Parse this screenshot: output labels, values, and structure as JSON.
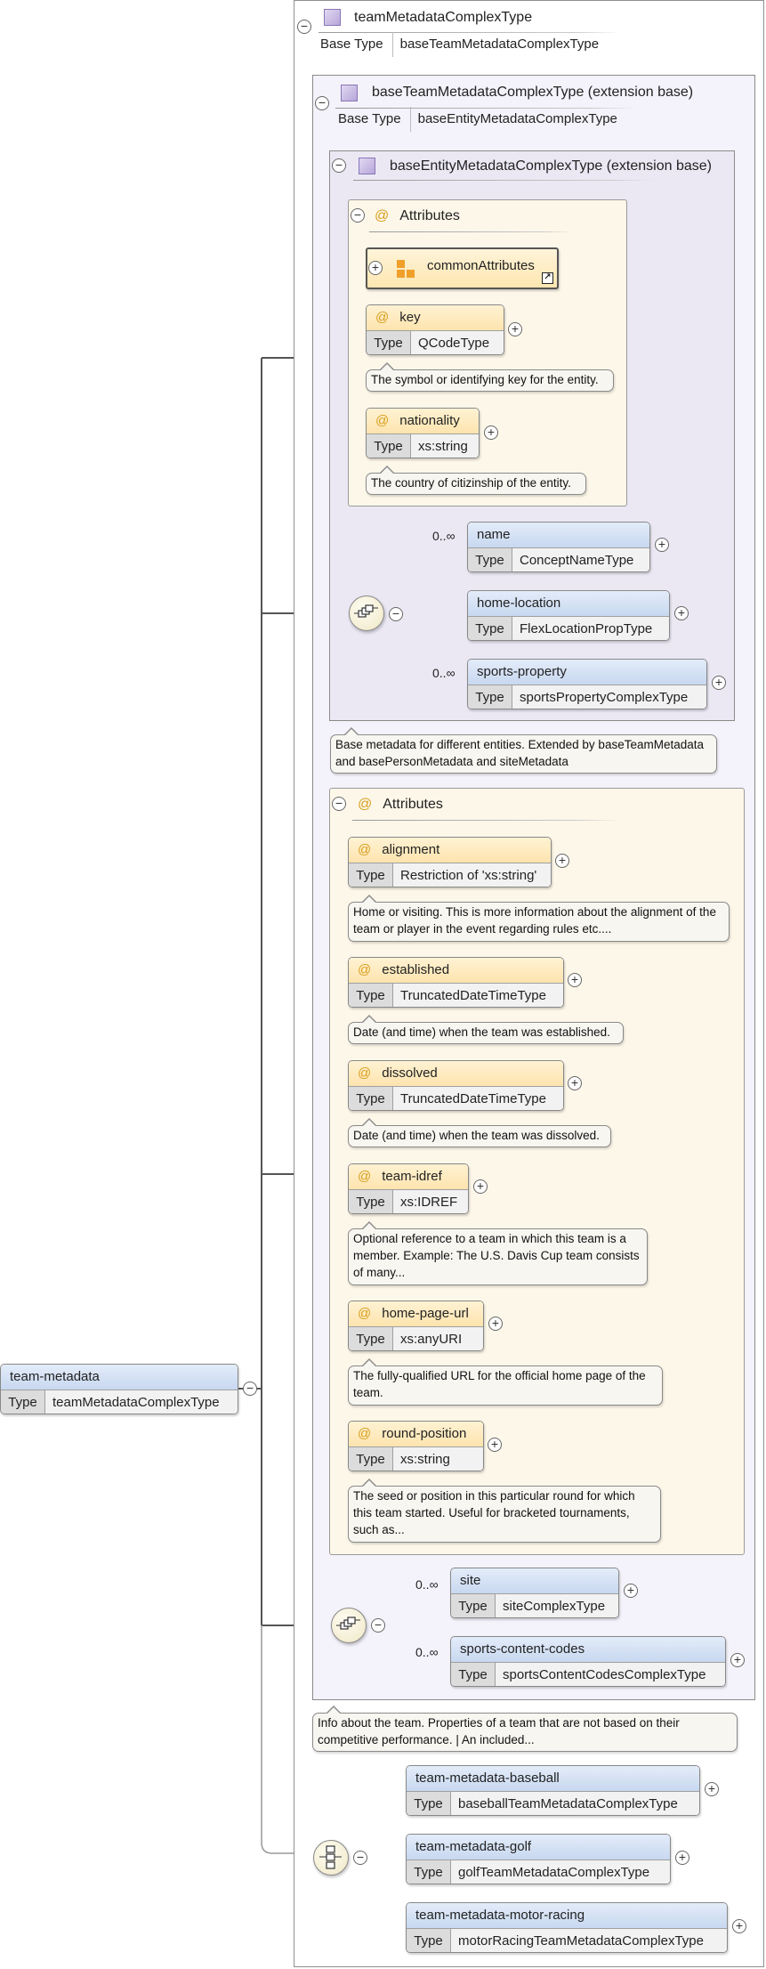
{
  "root_element": {
    "name": "team-metadata",
    "type_key": "Type",
    "type_value": "teamMetadataComplexType"
  },
  "team_complex_type": {
    "title": "teamMetadataComplexType",
    "base_key": "Base Type",
    "base_value": "baseTeamMetadataComplexType",
    "note": "Info about the team. Properties of a team that are not based on their competitive performance. | An included..."
  },
  "base_team_type": {
    "title": "baseTeamMetadataComplexType (extension base)",
    "base_key": "Base Type",
    "base_value": "baseEntityMetadataComplexType"
  },
  "base_entity_type": {
    "title": "baseEntityMetadataComplexType (extension base)",
    "note": "Base metadata for different entities. Extended by baseTeamMetadata and basePersonMetadata and siteMetadata",
    "attributes_label": "Attributes",
    "attribute_group": "commonAttributes",
    "attributes": [
      {
        "name": "key",
        "type_key": "Type",
        "type_value": "QCodeType",
        "note": "The symbol or identifying key for the entity."
      },
      {
        "name": "nationality",
        "type_key": "Type",
        "type_value": "xs:string",
        "note": "The country of citizinship of the entity."
      }
    ],
    "elements": [
      {
        "name": "name",
        "type_key": "Type",
        "type_value": "ConceptNameType",
        "occurs": "0..∞"
      },
      {
        "name": "home-location",
        "type_key": "Type",
        "type_value": "FlexLocationPropType",
        "occurs": ""
      },
      {
        "name": "sports-property",
        "type_key": "Type",
        "type_value": "sportsPropertyComplexType",
        "occurs": "0..∞"
      }
    ]
  },
  "team_attributes": {
    "label": "Attributes",
    "items": [
      {
        "name": "alignment",
        "type_key": "Type",
        "type_value": "Restriction of 'xs:string'",
        "note": "Home or visiting. This is more information about the alignment of the team or player in the event regarding rules etc...."
      },
      {
        "name": "established",
        "type_key": "Type",
        "type_value": "TruncatedDateTimeType",
        "note": "Date (and time) when the team was established."
      },
      {
        "name": "dissolved",
        "type_key": "Type",
        "type_value": "TruncatedDateTimeType",
        "note": "Date (and time) when the team was dissolved."
      },
      {
        "name": "team-idref",
        "type_key": "Type",
        "type_value": "xs:IDREF",
        "note": "Optional reference to a team in which this team is a member. Example: The U.S. Davis Cup team consists of many..."
      },
      {
        "name": "home-page-url",
        "type_key": "Type",
        "type_value": "xs:anyURI",
        "note": "The fully-qualified URL for the official home page of the team."
      },
      {
        "name": "round-position",
        "type_key": "Type",
        "type_value": "xs:string",
        "note": "The seed or position in this particular round for which this team started. Useful for bracketed tournaments, such as..."
      }
    ]
  },
  "team_elements": [
    {
      "name": "site",
      "type_key": "Type",
      "type_value": "siteComplexType",
      "occurs": "0..∞"
    },
    {
      "name": "sports-content-codes",
      "type_key": "Type",
      "type_value": "sportsContentCodesComplexType",
      "occurs": "0..∞"
    }
  ],
  "choice_elements": [
    {
      "name": "team-metadata-baseball",
      "type_key": "Type",
      "type_value": "baseballTeamMetadataComplexType"
    },
    {
      "name": "team-metadata-golf",
      "type_key": "Type",
      "type_value": "golfTeamMetadataComplexType"
    },
    {
      "name": "team-metadata-motor-racing",
      "type_key": "Type",
      "type_value": "motorRacingTeamMetadataComplexType"
    }
  ],
  "colors": {
    "element_header": "#cfdcf2",
    "attribute_header": "#fde6b1",
    "attribute_box": "#fdf7e9",
    "ext_panel_1": "#f4f2fa",
    "ext_panel_2": "#ebe8f4"
  },
  "icons": {
    "expand": "plus-circle",
    "collapse": "minus-circle",
    "attribute": "at-sign",
    "complex_type": "purple-square",
    "sequence": "sequence-compositor",
    "choice": "choice-compositor"
  }
}
